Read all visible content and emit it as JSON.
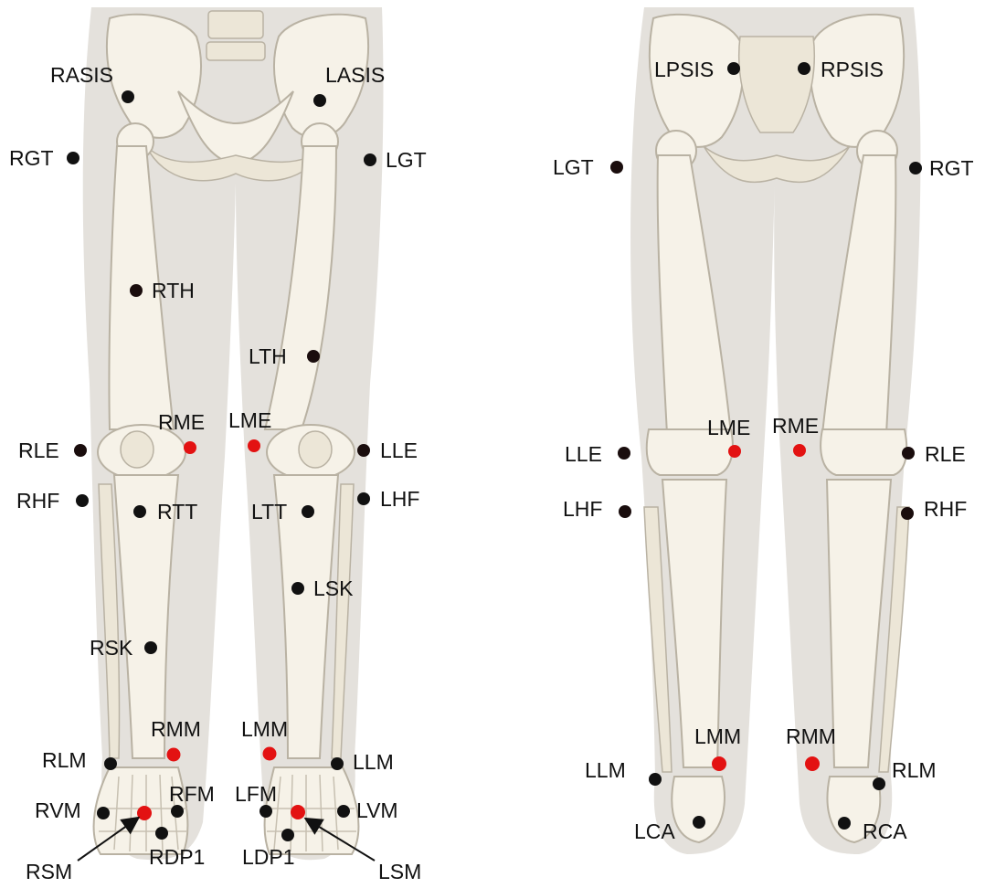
{
  "colors": {
    "marker_black": "#111111",
    "marker_red": "#e31212",
    "skin": "#e4e1dc",
    "bone": "#f6f2e8",
    "bone_outline": "#b9b2a3"
  },
  "front_view": {
    "markers": [
      {
        "label": "RASIS",
        "color": "black"
      },
      {
        "label": "LASIS",
        "color": "black"
      },
      {
        "label": "RGT",
        "color": "black"
      },
      {
        "label": "LGT",
        "color": "black"
      },
      {
        "label": "RTH",
        "color": "black"
      },
      {
        "label": "LTH",
        "color": "black"
      },
      {
        "label": "RME",
        "color": "red"
      },
      {
        "label": "LME",
        "color": "red"
      },
      {
        "label": "RLE",
        "color": "black"
      },
      {
        "label": "LLE",
        "color": "black"
      },
      {
        "label": "RHF",
        "color": "black"
      },
      {
        "label": "LHF",
        "color": "black"
      },
      {
        "label": "RTT",
        "color": "black"
      },
      {
        "label": "LTT",
        "color": "black"
      },
      {
        "label": "LSK",
        "color": "black"
      },
      {
        "label": "RSK",
        "color": "black"
      },
      {
        "label": "RMM",
        "color": "red"
      },
      {
        "label": "LMM",
        "color": "red"
      },
      {
        "label": "RLM",
        "color": "black"
      },
      {
        "label": "LLM",
        "color": "black"
      },
      {
        "label": "RFM",
        "color": "black"
      },
      {
        "label": "LFM",
        "color": "black"
      },
      {
        "label": "RVM",
        "color": "black"
      },
      {
        "label": "LVM",
        "color": "black"
      },
      {
        "label": "RSM",
        "color": "red"
      },
      {
        "label": "LSM",
        "color": "red"
      },
      {
        "label": "RDP1",
        "color": "black"
      },
      {
        "label": "LDP1",
        "color": "black"
      }
    ]
  },
  "back_view": {
    "markers": [
      {
        "label": "LPSIS",
        "color": "black"
      },
      {
        "label": "RPSIS",
        "color": "black"
      },
      {
        "label": "LGT",
        "color": "black"
      },
      {
        "label": "RGT",
        "color": "black"
      },
      {
        "label": "LME",
        "color": "red"
      },
      {
        "label": "RME",
        "color": "red"
      },
      {
        "label": "LLE",
        "color": "black"
      },
      {
        "label": "RLE",
        "color": "black"
      },
      {
        "label": "LHF",
        "color": "black"
      },
      {
        "label": "RHF",
        "color": "black"
      },
      {
        "label": "LMM",
        "color": "red"
      },
      {
        "label": "RMM",
        "color": "red"
      },
      {
        "label": "LLM",
        "color": "black"
      },
      {
        "label": "RLM",
        "color": "black"
      },
      {
        "label": "LCA",
        "color": "black"
      },
      {
        "label": "RCA",
        "color": "black"
      }
    ]
  }
}
